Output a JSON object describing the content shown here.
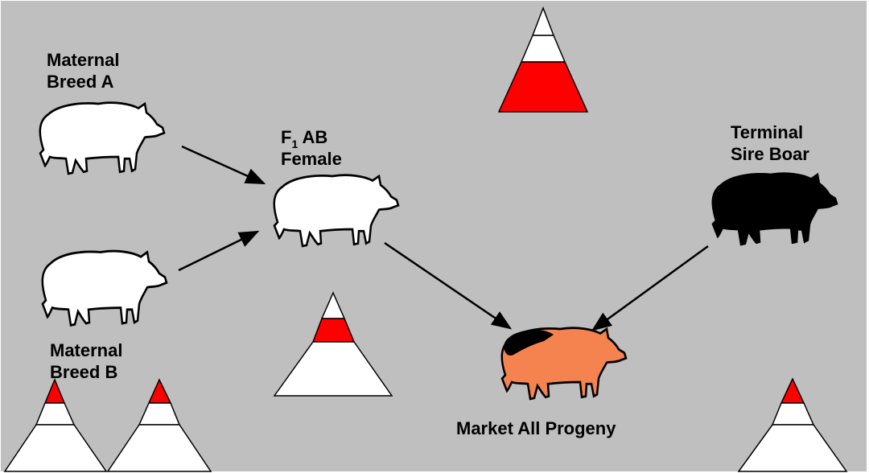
{
  "labels": {
    "maternal_a_line1": "Maternal",
    "maternal_a_line2": "Breed A",
    "maternal_b_line1": "Maternal",
    "maternal_b_line2": "Breed B",
    "f1_line1": "F",
    "f1_subscript": "1",
    "f1_line1_rest": " AB",
    "f1_line2": "Female",
    "sire_line1": "Terminal",
    "sire_line2": "Sire Boar",
    "market": "Market All Progeny"
  },
  "colors": {
    "background": "#bfbfbf",
    "pig_white": "#ffffff",
    "pig_black": "#000000",
    "pig_orange": "#f5834f",
    "pyramid_red": "#ff0000",
    "pyramid_white": "#ffffff"
  }
}
